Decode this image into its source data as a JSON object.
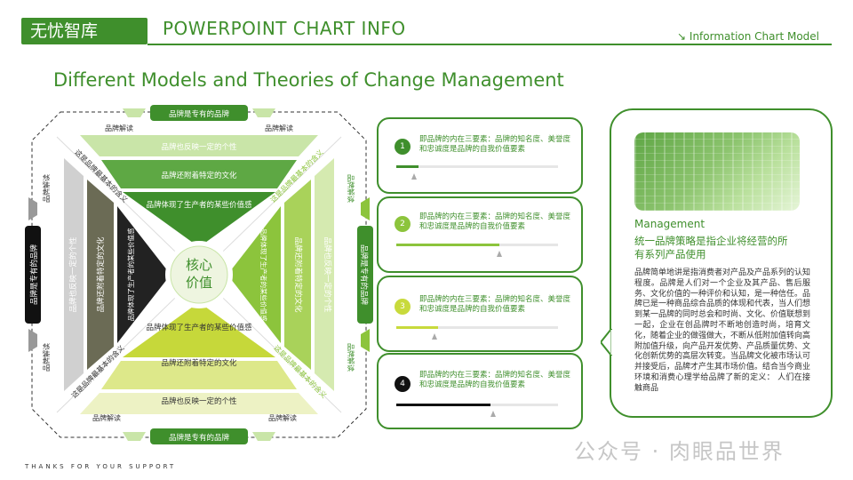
{
  "header": {
    "logo": "无忧智库",
    "title": "POWERPOINT CHART INFO",
    "right_label": "↘ Information Chart Model"
  },
  "main_title": "Different Models and Theories of Change Management",
  "footer_text": "THANKS FOR YOUR SUPPORT",
  "watermark": "公众号 · 肉眼品世界",
  "diagram": {
    "center": [
      "核心",
      "价值"
    ],
    "top_tab": "品牌是专有的品牌",
    "bottom_tab": "品牌是专有的品牌",
    "left_tab": "品牌是专有的品牌",
    "right_tab": "品牌是专有的品牌",
    "reading_label": "品牌解读",
    "top_bands": [
      "品牌也反映一定的个性",
      "品牌还附着特定的文化",
      "品牌体现了生产者的某些价值感"
    ],
    "bottom_bands": [
      "品牌体现了生产者的某些价值感",
      "品牌还附着特定的文化",
      "品牌也反映一定的个性"
    ],
    "left_bands": [
      "品牌也反映一定的个性",
      "品牌还附着特定的文化",
      "品牌体现了生产者的某些价值感"
    ],
    "right_bands": [
      "品牌体现了生产者的某些价值感",
      "品牌还附着特定的文化",
      "品牌也反映一定的个性"
    ],
    "diagonal_label": "这是品牌最基本的含义"
  },
  "cards": [
    {
      "num": "1",
      "text": "即品牌的内在三要素：品牌的知名度、美誉度和忠诚度是品牌的自我价值要素",
      "progress": 0.14,
      "color": "#3f8f2c"
    },
    {
      "num": "2",
      "text": "即品牌的内在三要素：品牌的知名度、美誉度和忠诚度是品牌的自我价值要素",
      "progress": 0.64,
      "color": "#8cc43c"
    },
    {
      "num": "3",
      "text": "即品牌的内在三要素：品牌的知名度、美誉度和忠诚度是品牌的自我价值要素",
      "progress": 0.26,
      "color": "#c8da3c"
    },
    {
      "num": "4",
      "text": "即品牌的内在三要素：品牌的知名度、美誉度和忠诚度是品牌的自我价值要素",
      "progress": 0.58,
      "color": "#111111"
    }
  ],
  "panel": {
    "label": "Management",
    "subtitle": "统一品牌策略是指企业将经营的所有系列产品使用",
    "body": "品牌简单地讲是指消费者对产品及产品系列的认知程度。品牌是人们对一个企业及其产品、售后服务、文化价值的一种评价和认知，是一种信任。品牌已是一种商品综合品质的体现和代表，当人们想到某一品牌的同时总会和时尚、文化、价值联想到一起，企业在创品牌时不断地创造时尚，培育文化，随着企业的做强做大，不断从低附加值转向高附加值升级，向产品开发优势、产品质量优势、文化创新优势的高层次转变。当品牌文化被市场认可并接受后，品牌才产生其市场价值。结合当今商业环境和消费心理学给品牌了新的定义： 人们在接触商品"
  }
}
